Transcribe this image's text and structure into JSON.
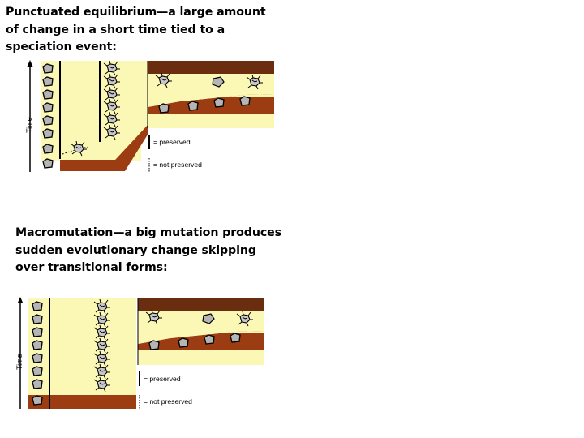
{
  "captions": {
    "punctuated": "Punctuated equilibrium—a large amount of change in a short time tied to a speciation event:",
    "macromutation": "Macromutation—a big mutation produces sudden evolutionary change skipping over transitional forms:"
  },
  "legend": {
    "preserved": "= preserved",
    "not_preserved": "= not preserved"
  },
  "axis": {
    "time_label": "Time"
  },
  "colors": {
    "rock_dark": "#6b2d0f",
    "rock_rust": "#9c3c12",
    "sediment_yellow": "#fbf7b4",
    "fossil_fill": "#b5b5b5",
    "outline": "#000000"
  },
  "icons": {
    "time_arrow": "arrow-up-icon",
    "ancestor_fossil": "pentagon-shell-icon",
    "descendant_fossil": "spiky-shell-icon"
  }
}
